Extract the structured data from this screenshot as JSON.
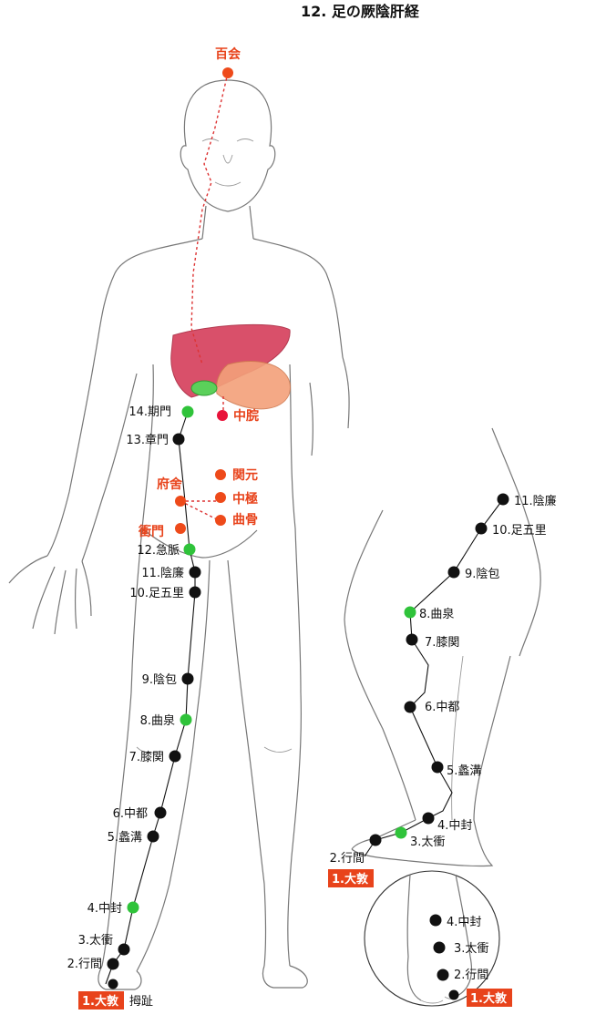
{
  "title": "12. 足の厥陰肝経",
  "colors": {
    "black_point": "#111111",
    "green_point": "#2fc33a",
    "red_point": "#ee4a1a",
    "crimson_point": "#e8133a",
    "label_box": "#e8431b",
    "liver": "#d9506a",
    "stomach": "#f3a07a"
  },
  "front": {
    "top_point": "百会",
    "organ_points": [
      "中脘",
      "関元",
      "中極",
      "曲骨",
      "府舍",
      "衝門"
    ],
    "points": [
      "14.期門",
      "13.章門",
      "12.急脈",
      "11.陰廉",
      "10.足五里",
      "9.陰包",
      "8.曲泉",
      "7.膝関",
      "6.中都",
      "5.蠡溝",
      "4.中封",
      "3.太衝",
      "2.行間"
    ],
    "start_box": "1.大敦",
    "start_note": "拇趾"
  },
  "side": {
    "points": [
      "11.陰廉",
      "10.足五里",
      "9.陰包",
      "8.曲泉",
      "7.膝関",
      "6.中都",
      "5.蠡溝",
      "4.中封",
      "3.太衝",
      "2.行間"
    ],
    "start_box": "1.大敦"
  },
  "foot": {
    "points": [
      "4.中封",
      "3.太衝",
      "2.行間"
    ],
    "start_box": "1.大敦"
  }
}
